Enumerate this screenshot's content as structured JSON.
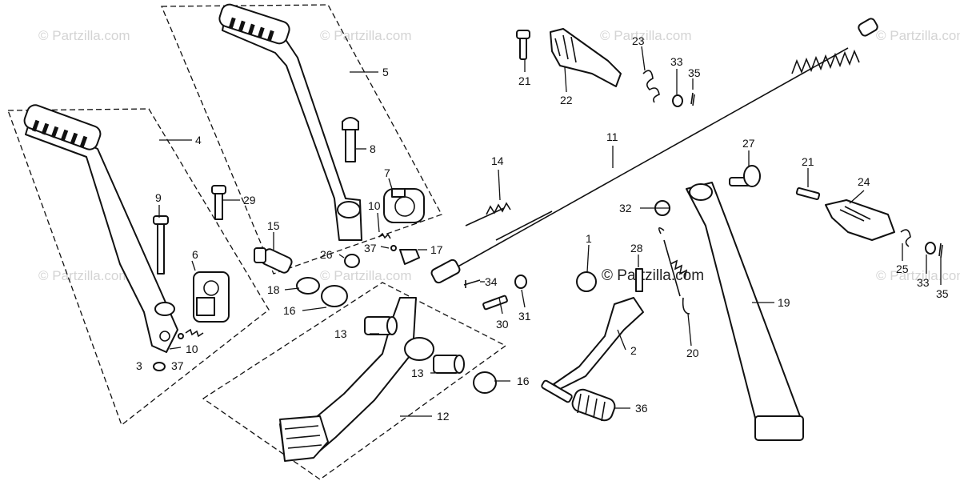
{
  "watermark": {
    "text": "© Partzilla.com",
    "color": "#d4d4d4",
    "overlay_color": "#222222"
  },
  "callouts": [
    {
      "id": "1",
      "label": "1"
    },
    {
      "id": "2",
      "label": "2"
    },
    {
      "id": "3",
      "label": "3"
    },
    {
      "id": "4",
      "label": "4"
    },
    {
      "id": "5",
      "label": "5"
    },
    {
      "id": "6",
      "label": "6"
    },
    {
      "id": "7",
      "label": "7"
    },
    {
      "id": "8",
      "label": "8"
    },
    {
      "id": "9",
      "label": "9"
    },
    {
      "id": "10",
      "label": "10"
    },
    {
      "id": "11",
      "label": "11"
    },
    {
      "id": "12",
      "label": "12"
    },
    {
      "id": "13",
      "label": "13"
    },
    {
      "id": "14",
      "label": "14"
    },
    {
      "id": "15",
      "label": "15"
    },
    {
      "id": "16",
      "label": "16"
    },
    {
      "id": "17",
      "label": "17"
    },
    {
      "id": "18",
      "label": "18"
    },
    {
      "id": "19",
      "label": "19"
    },
    {
      "id": "20",
      "label": "20"
    },
    {
      "id": "21",
      "label": "21"
    },
    {
      "id": "22",
      "label": "22"
    },
    {
      "id": "23",
      "label": "23"
    },
    {
      "id": "24",
      "label": "24"
    },
    {
      "id": "25",
      "label": "25"
    },
    {
      "id": "26",
      "label": "26"
    },
    {
      "id": "27",
      "label": "27"
    },
    {
      "id": "28",
      "label": "28"
    },
    {
      "id": "29",
      "label": "29"
    },
    {
      "id": "30",
      "label": "30"
    },
    {
      "id": "31",
      "label": "31"
    },
    {
      "id": "32",
      "label": "32"
    },
    {
      "id": "33",
      "label": "33"
    },
    {
      "id": "34",
      "label": "34"
    },
    {
      "id": "35",
      "label": "35"
    },
    {
      "id": "36",
      "label": "36"
    },
    {
      "id": "37",
      "label": "37"
    }
  ]
}
